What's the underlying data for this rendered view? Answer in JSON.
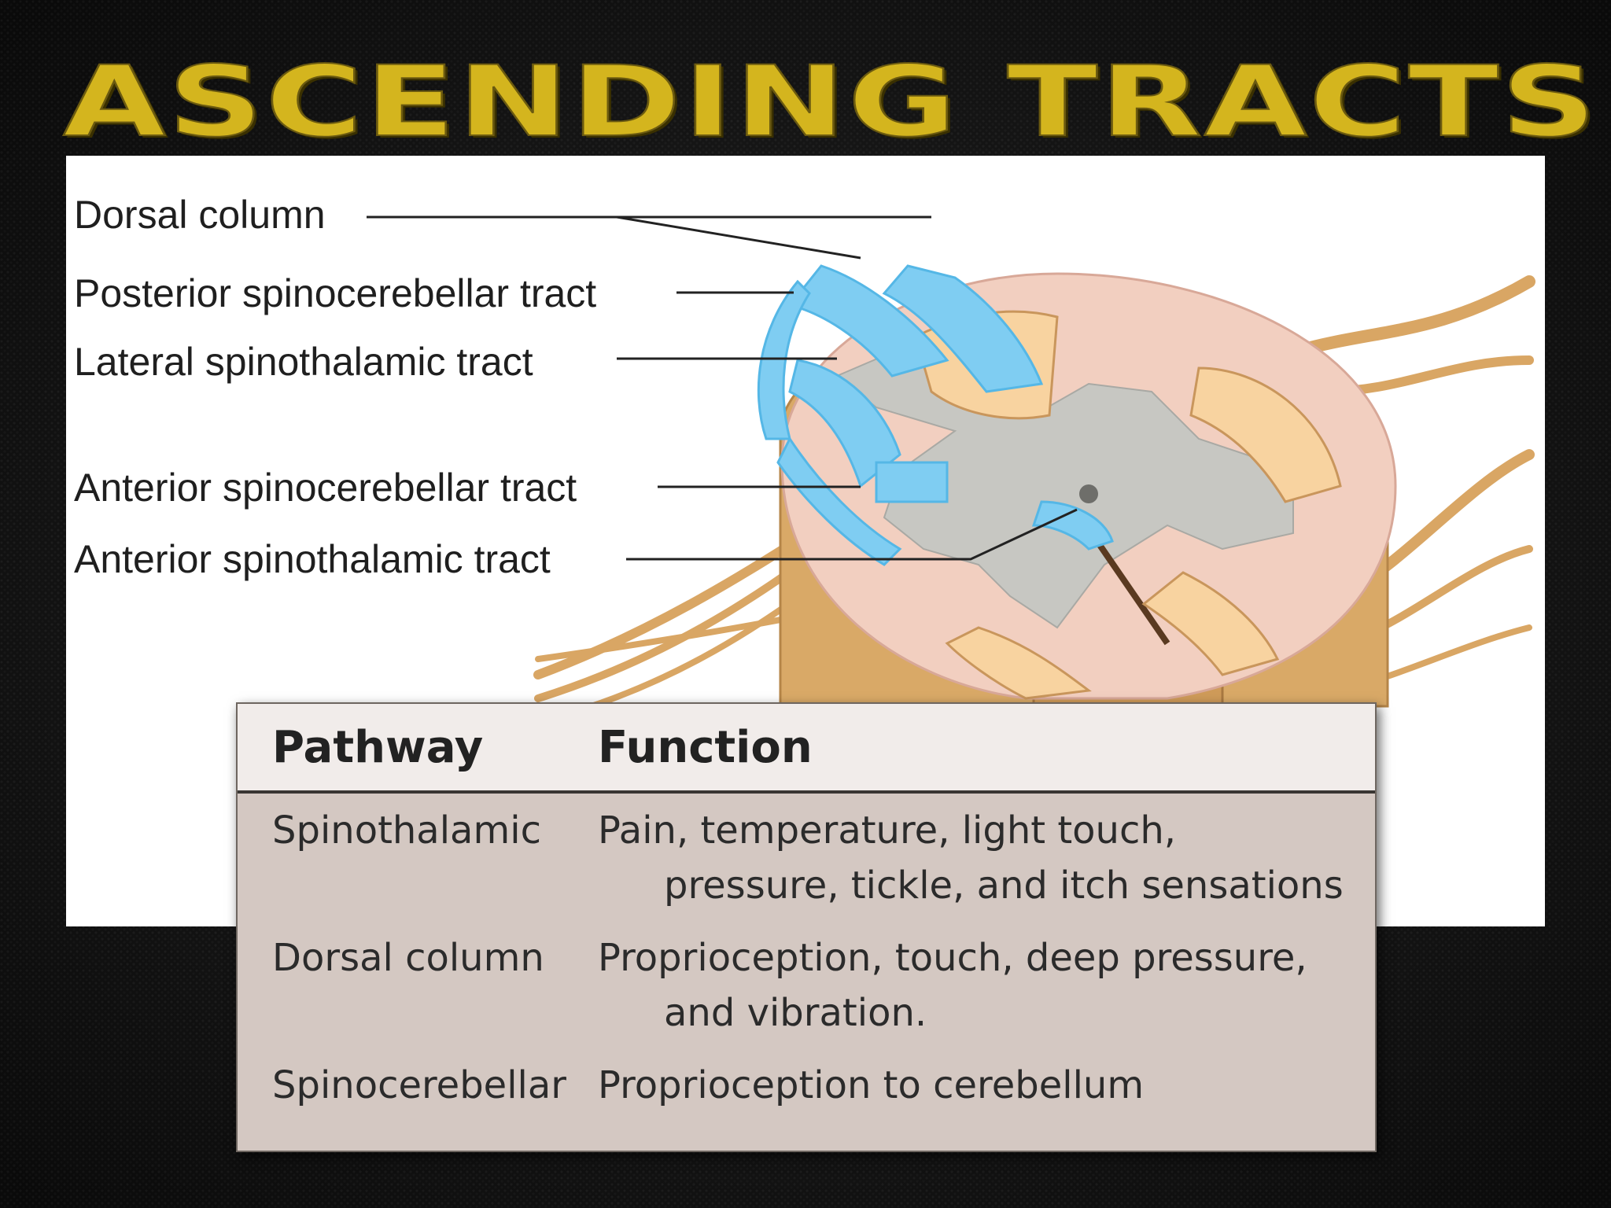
{
  "title": "ASCENDING TRACTS",
  "diagram": {
    "labels": [
      "Dorsal column",
      "Posterior spinocerebellar tract",
      "Lateral spinothalamic tract",
      "Anterior spinocerebellar tract",
      "Anterior spinothalamic tract"
    ],
    "colors": {
      "tract_blue": "#7fcdf2",
      "gray_matter": "#c7c7c2",
      "white_matter": "#f2cfc0",
      "nerve_tan": "#e0b173",
      "column_tan": "#d9a967"
    }
  },
  "table": {
    "headers": [
      "Pathway",
      "Function"
    ],
    "rows": [
      {
        "pathway": "Spinothalamic",
        "function_lines": [
          "Pain, temperature, light touch,",
          "pressure, tickle, and itch sensations"
        ]
      },
      {
        "pathway": "Dorsal column",
        "function_lines": [
          "Proprioception, touch, deep pressure,",
          "and vibration."
        ]
      },
      {
        "pathway": "Spinocerebellar",
        "function_lines": [
          "Proprioception to cerebellum"
        ]
      }
    ]
  }
}
